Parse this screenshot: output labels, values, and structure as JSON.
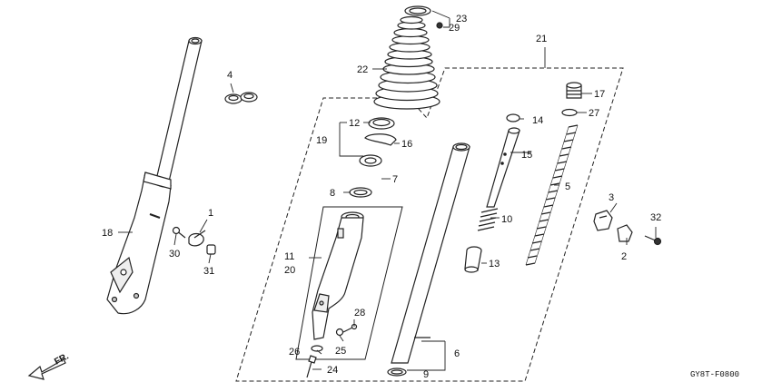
{
  "diagram": {
    "callouts": {
      "c1": "1",
      "c2": "2",
      "c3": "3",
      "c4": "4",
      "c5": "5",
      "c6": "6",
      "c7": "7",
      "c8": "8",
      "c9": "9",
      "c10": "10",
      "c11": "11",
      "c12": "12",
      "c13": "13",
      "c14": "14",
      "c15": "15",
      "c16": "16",
      "c17": "17",
      "c18": "18",
      "c19": "19",
      "c20": "20",
      "c21": "21",
      "c22": "22",
      "c23": "23",
      "c24": "24",
      "c25": "25",
      "c26": "26",
      "c27": "27",
      "c28": "28",
      "c29": "29",
      "c30": "30",
      "c31": "31",
      "c32": "32"
    },
    "direction_label": "FR.",
    "figure_code": "GY8T-F0800"
  }
}
